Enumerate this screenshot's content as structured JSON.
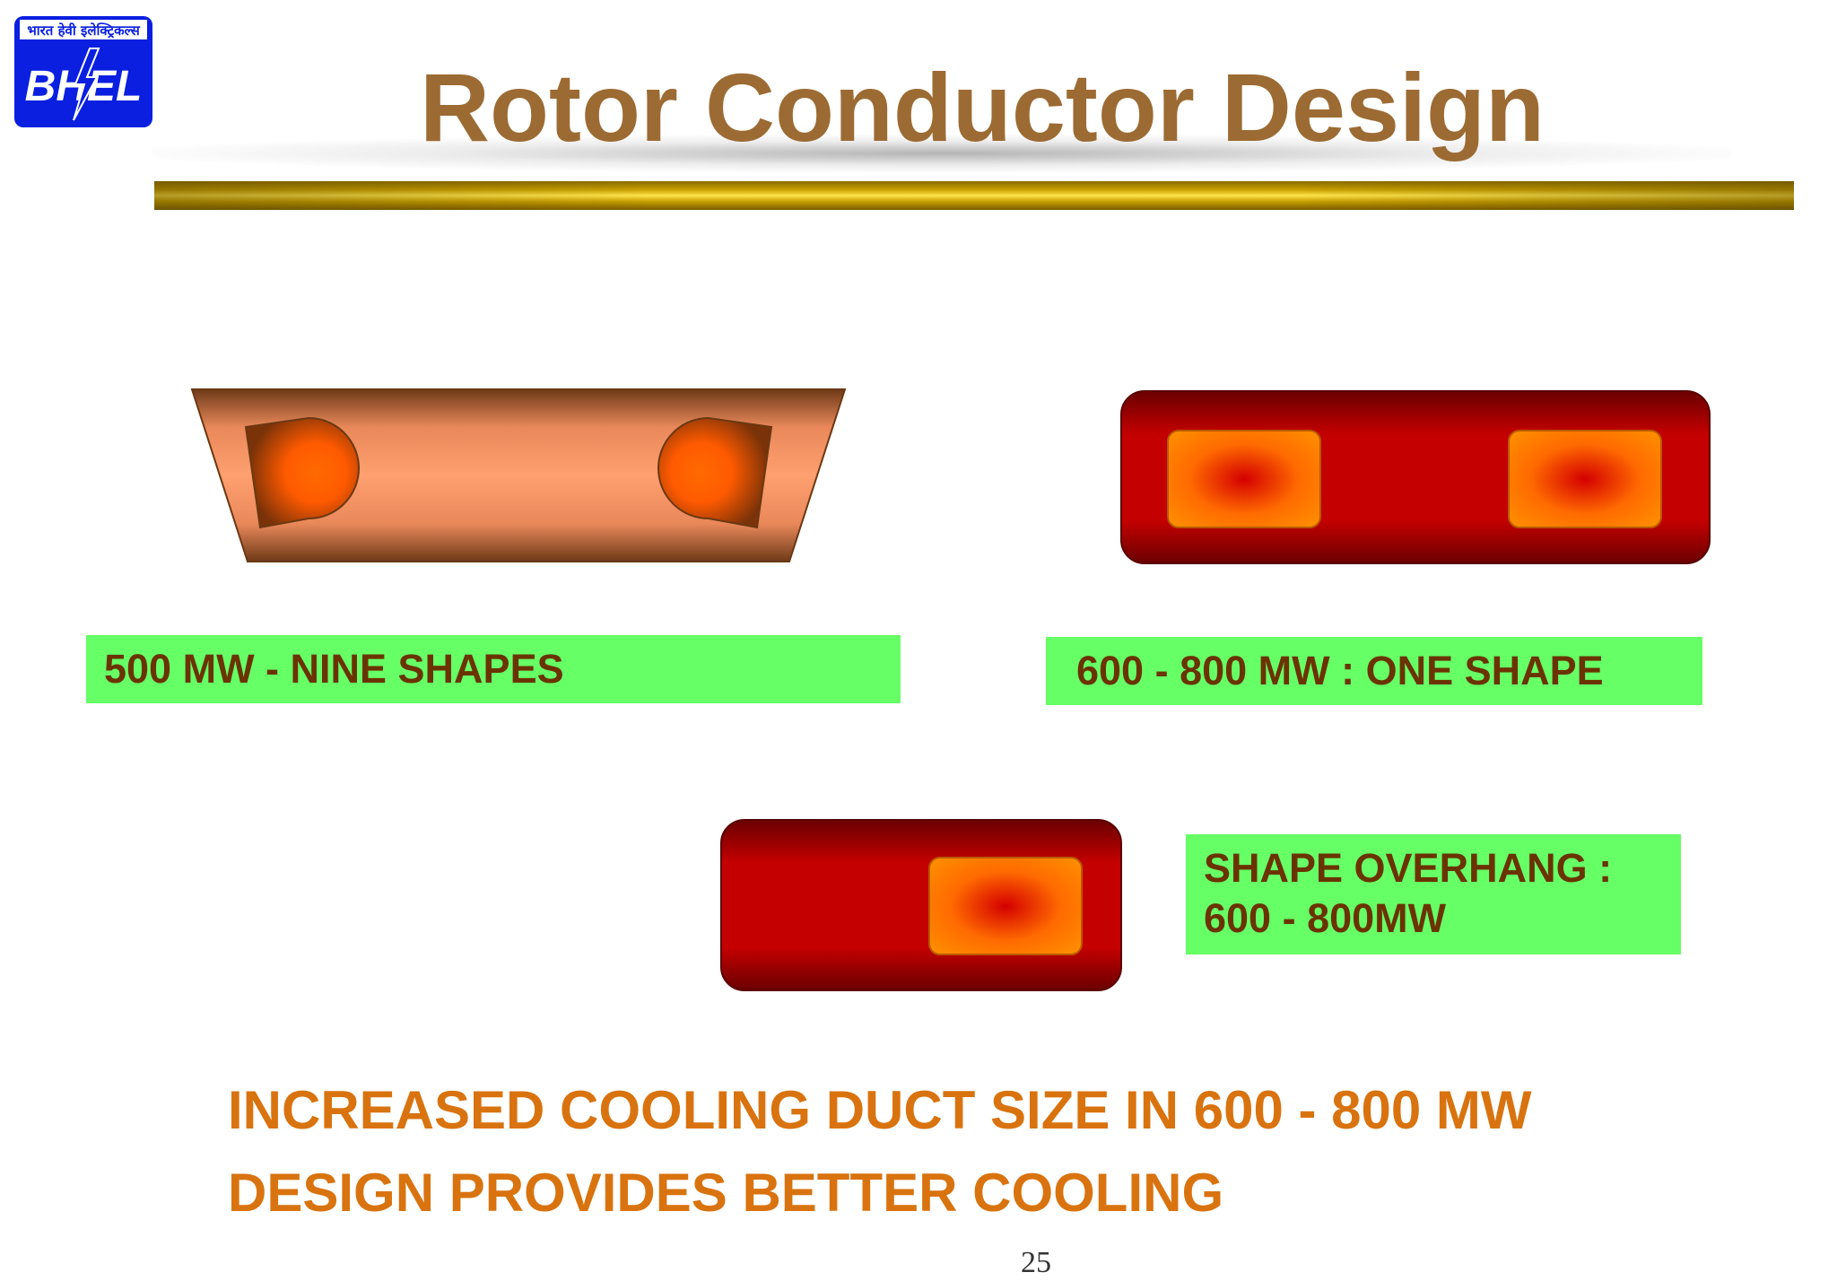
{
  "logo": {
    "script_text": "भारत हेवी इलेक्ट्रिकल्स",
    "text": "BHEL"
  },
  "slide": {
    "title": "Rotor Conductor Design",
    "labels": {
      "nine_shapes": "500 MW - NINE SHAPES",
      "one_shape": "600 - 800 MW : ONE SHAPE",
      "overhang_line1": "SHAPE OVERHANG :",
      "overhang_line2": "600 - 800MW"
    },
    "conclusion": {
      "line1": "INCREASED COOLING DUCT SIZE IN 600 - 800 MW",
      "line2": "DESIGN PROVIDES BETTER COOLING"
    },
    "page_number": "25"
  },
  "colors": {
    "title": "#9c6b33",
    "label_background": "#66ff66",
    "label_text": "#6b3300",
    "conclusion_text": "#d9730f",
    "copper_conductor": "#f0925f",
    "red_conductor": "#c40000",
    "cooling_duct": "#ff8c00",
    "logo_blue": "#0a1fe0"
  }
}
